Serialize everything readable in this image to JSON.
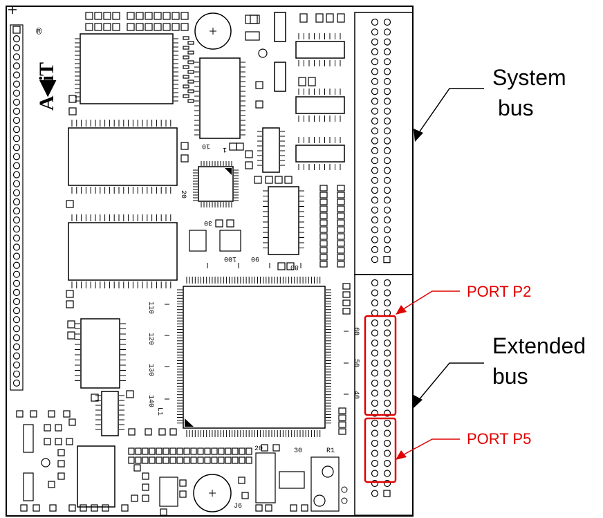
{
  "labels": {
    "system_bus_line1": "System",
    "system_bus_line2": "bus",
    "extended_bus_line1": "Extended",
    "extended_bus_line2": "bus",
    "port_p2": "PORT P2",
    "port_p5": "PORT P5"
  },
  "silkscreen": {
    "logo": "A◀iT",
    "registered": "®",
    "plus": "+",
    "pin_10": "10",
    "pin_1": "1",
    "pin_20": "20",
    "pin_30_top": "30",
    "pin_100": "100",
    "pin_90": "90",
    "pin_80": "80",
    "pin_110": "110",
    "pin_120": "120",
    "pin_130": "130",
    "pin_140": "140",
    "pin_60": "60",
    "pin_50": "50",
    "pin_40": "40",
    "pin_20_bottom": "20",
    "pin_30_bottom": "30",
    "l1": "L1",
    "r1": "R1",
    "j6": "J6"
  },
  "colors": {
    "highlight": "#e00000",
    "ink": "#000000"
  }
}
